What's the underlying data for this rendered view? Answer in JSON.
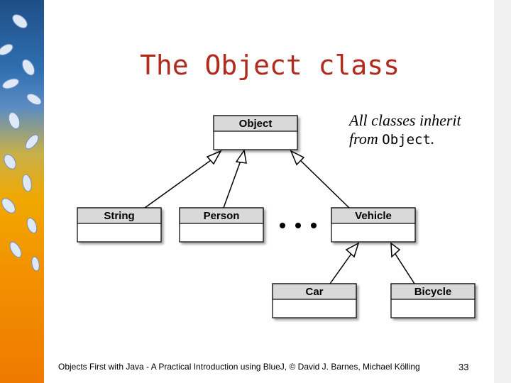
{
  "slide": {
    "title": "The Object class",
    "note": {
      "line1": "All classes inherit",
      "line2_prefix": "from ",
      "line2_code": "Object",
      "line2_suffix": "."
    },
    "footer": "Objects First with Java - A Practical Introduction using BlueJ, © David J. Barnes, Michael Kölling",
    "page_number": "33"
  },
  "diagram": {
    "classes": {
      "object": "Object",
      "string": "String",
      "person": "Person",
      "vehicle": "Vehicle",
      "car": "Car",
      "bicycle": "Bicycle"
    },
    "ellipsis": "dots",
    "relations": [
      {
        "from": "String",
        "to": "Object"
      },
      {
        "from": "Person",
        "to": "Object"
      },
      {
        "from": "Vehicle",
        "to": "Object"
      },
      {
        "from": "Car",
        "to": "Vehicle"
      },
      {
        "from": "Bicycle",
        "to": "Vehicle"
      }
    ]
  },
  "colors": {
    "title": "#b22a1e",
    "class_header": "#d9d9d9",
    "sidebar_top": "#1e4f86",
    "sidebar_bottom": "#ee7a00"
  }
}
